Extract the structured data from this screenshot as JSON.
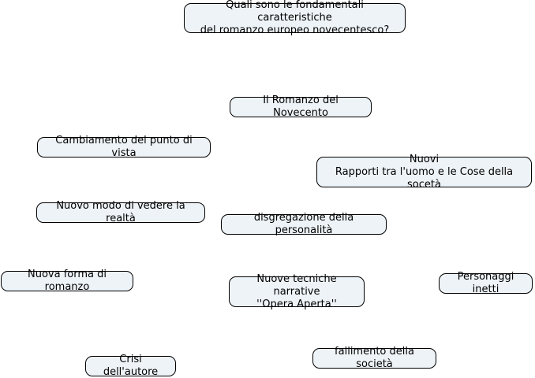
{
  "app": {
    "kind": "mind-map",
    "background_color": "#ffffff"
  },
  "colors": {
    "node_fill": "#eef3f7",
    "node_border": "#000000",
    "node_text": "#000000"
  },
  "nodes": {
    "question": {
      "text": "Quali sono le fondamentali caratteristiche\ndel romanzo europeo novecentesco?"
    },
    "central": {
      "text": "Il Romanzo del Novecento"
    },
    "cambiamento": {
      "text": "Cambiamento del punto di vista"
    },
    "nuovi_rapporti": {
      "text": "Nuovi\nRapporti tra l'uomo e le Cose della socetà"
    },
    "nuovo_modo": {
      "text": "Nuovo modo di vedere la realtà"
    },
    "disgregazione": {
      "text": "disgregazione della personalità"
    },
    "nuova_forma": {
      "text": "Nuova forma di romanzo"
    },
    "nuove_tecniche": {
      "text": "Nuove tecniche narrative\n''Opera Aperta''"
    },
    "personaggi": {
      "text": "Personaggi inetti"
    },
    "crisi": {
      "text": "Crisi dell'autore"
    },
    "fallimento": {
      "text": "fallimento della società"
    }
  }
}
